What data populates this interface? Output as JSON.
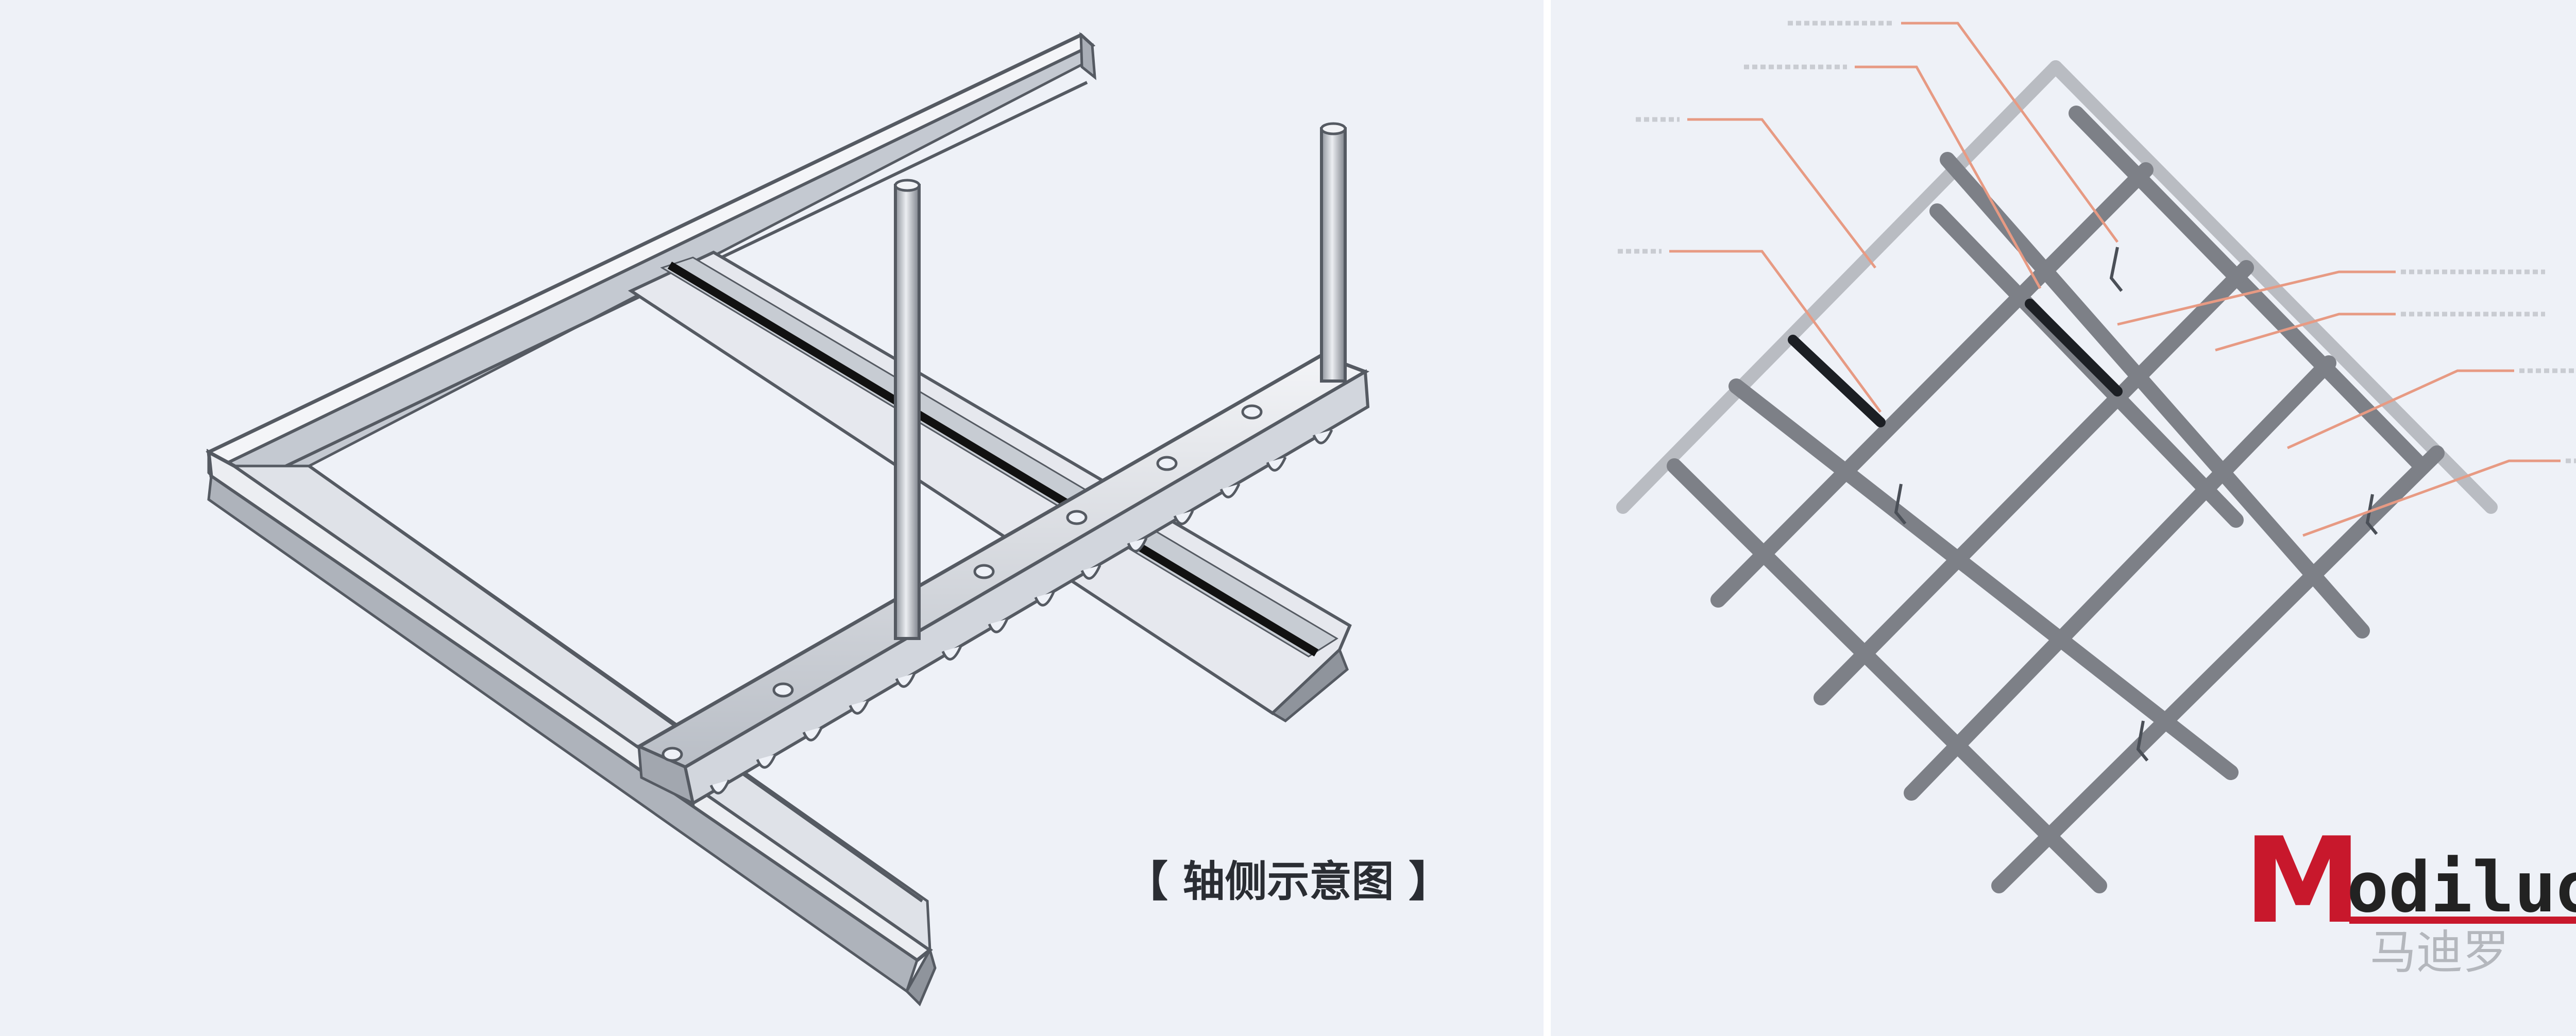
{
  "left_panel": {
    "caption": "【 轴侧示意图 】"
  },
  "right_panel": {
    "callouts": [
      "",
      "",
      "",
      "",
      "",
      "",
      "",
      "",
      ""
    ]
  },
  "logo": {
    "brand": "Modiluo",
    "brand_cn": "马迪罗",
    "brand_color": "#c8182c"
  },
  "colors": {
    "background": "#eef1f7",
    "divider": "#ffffff",
    "metal_light": "#e9ebef",
    "metal_mid": "#b7bcc4",
    "metal_dark": "#4a4f57",
    "grid_bar": "#7d8087",
    "callout_line": "#e79a83"
  }
}
